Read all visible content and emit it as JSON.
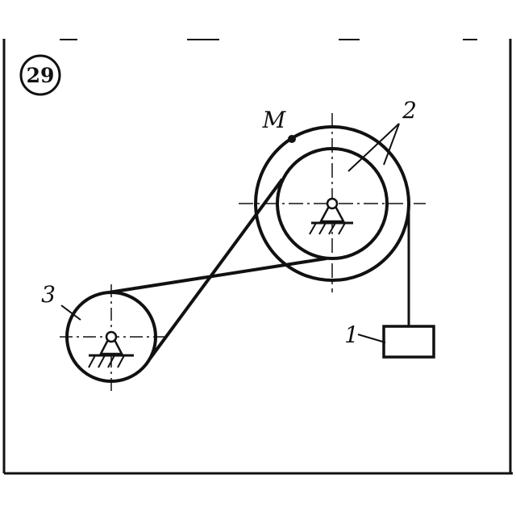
{
  "problem_number": "29",
  "point_label": "M",
  "labels": {
    "pulley_large": "2",
    "pulley_small": "3",
    "load": "1"
  },
  "colors": {
    "ink": "#111111",
    "paper": "#ffffff"
  }
}
